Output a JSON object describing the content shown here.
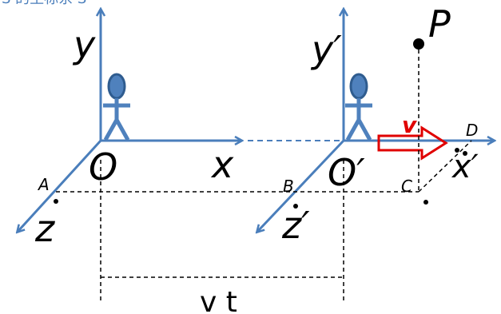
{
  "colors": {
    "axis": "#4a7ebb",
    "figure": "#4f81bd",
    "velocity": "#e00000",
    "dashed": "#000000"
  },
  "header": {
    "partial_text": "S 的坐标系 S'"
  },
  "frame_s": {
    "origin": "O",
    "x_label": "x",
    "y_label": "y",
    "z_label": "z",
    "point_label": "A"
  },
  "frame_s_prime": {
    "origin": "O′",
    "x_label": "x′",
    "y_label": "y′",
    "z_label": "z′",
    "point_label": "B"
  },
  "point_p": {
    "label": "P"
  },
  "point_c": {
    "label": "C"
  },
  "point_d": {
    "label": "D"
  },
  "velocity": {
    "label": "v"
  },
  "displacement": {
    "label": "v t"
  }
}
